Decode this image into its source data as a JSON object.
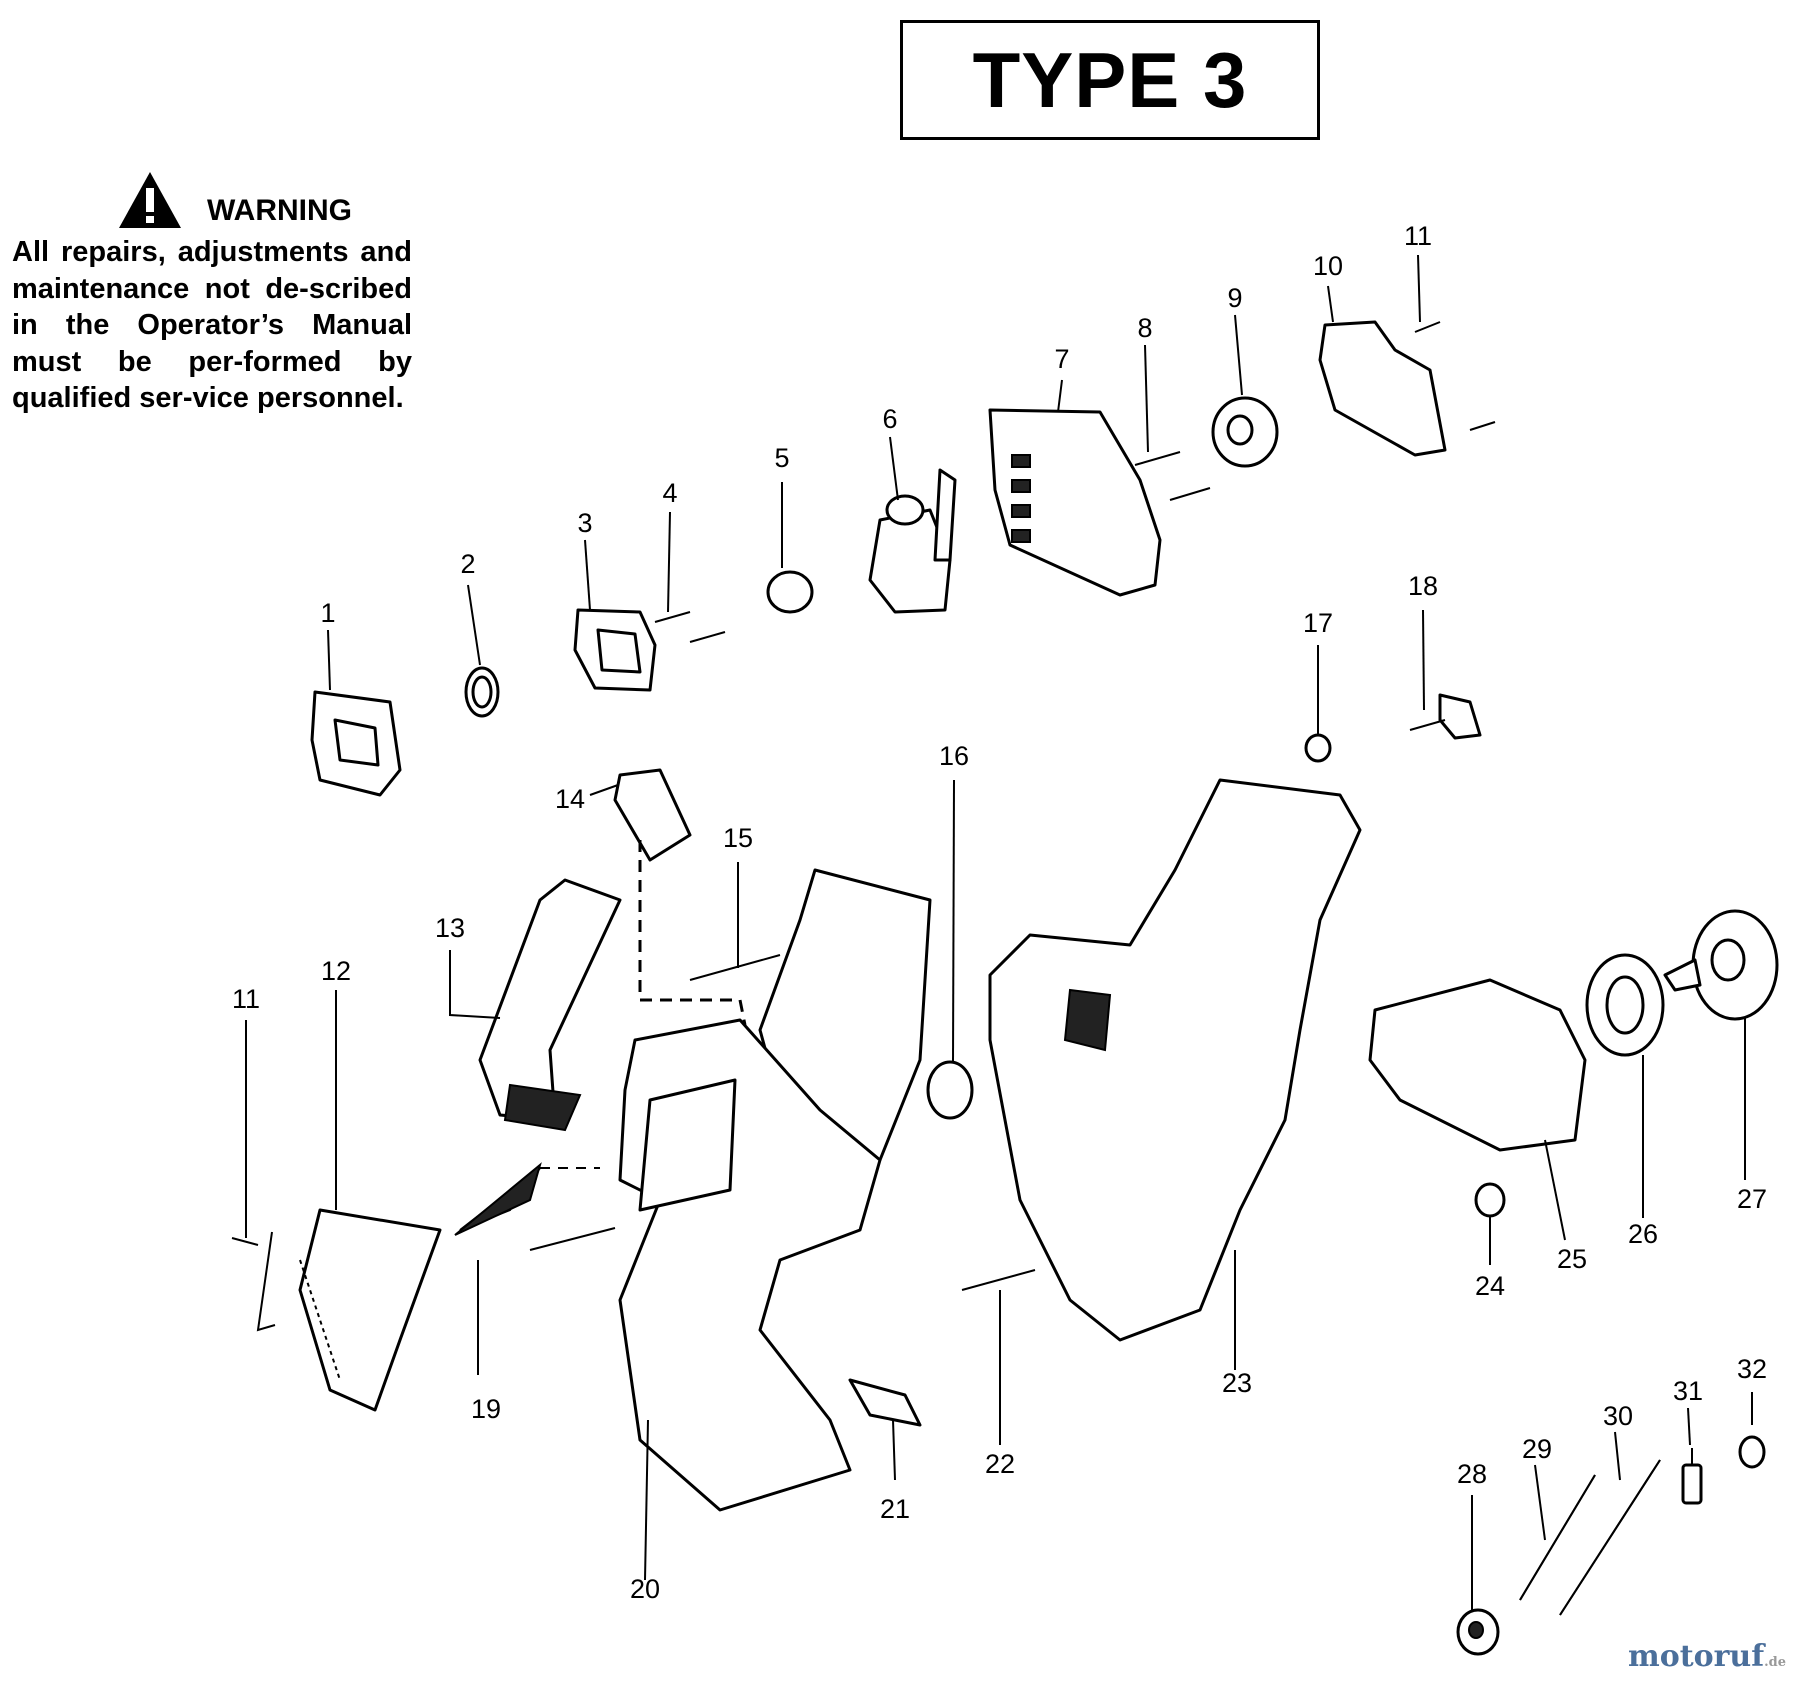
{
  "title": "TYPE 3",
  "warning": {
    "heading": "WARNING",
    "text": "All repairs, adjustments and maintenance not de-scribed in the Operator’s Manual must be per-formed by qualified ser-vice personnel."
  },
  "callouts": [
    "1",
    "2",
    "3",
    "4",
    "5",
    "6",
    "7",
    "8",
    "9",
    "10",
    "11",
    "11",
    "12",
    "13",
    "14",
    "15",
    "16",
    "17",
    "18",
    "19",
    "20",
    "21",
    "22",
    "23",
    "24",
    "25",
    "26",
    "27",
    "28",
    "29",
    "30",
    "31",
    "32"
  ],
  "watermark": {
    "brand": "motoruf",
    "tld": ".de"
  },
  "colors": {
    "ink": "#000000",
    "paper": "#ffffff",
    "watermark": "#4b6f9b"
  }
}
